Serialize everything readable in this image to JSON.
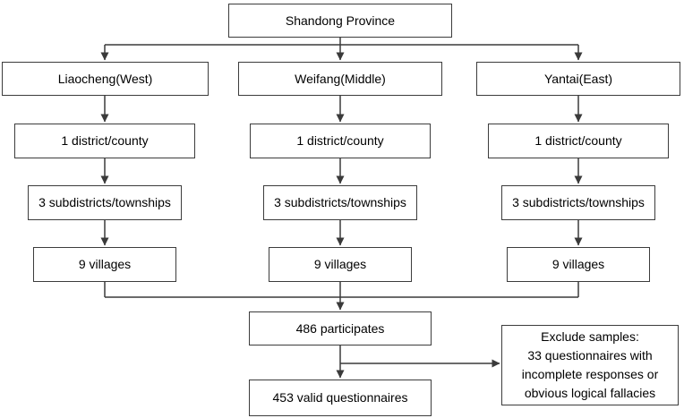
{
  "colors": {
    "box_border": "#3c3c3c",
    "connector": "#3a3a3a",
    "text": "#000000",
    "background": "#ffffff"
  },
  "flow": {
    "root": "Shandong Province",
    "branches": [
      {
        "region": "Liaocheng(West)",
        "levels": [
          "1 district/county",
          "3 subdistricts/townships",
          "9 villages"
        ]
      },
      {
        "region": "Weifang(Middle)",
        "levels": [
          "1 district/county",
          "3 subdistricts/townships",
          "9 villages"
        ]
      },
      {
        "region": "Yantai(East)",
        "levels": [
          "1 district/county",
          "3 subdistricts/townships",
          "9 villages"
        ]
      }
    ],
    "participants": "486 participates",
    "valid": "453 valid questionnaires",
    "exclude": {
      "lines": [
        "Exclude samples:",
        "33 questionnaires with",
        "incomplete responses or",
        "obvious logical fallacies"
      ]
    }
  }
}
